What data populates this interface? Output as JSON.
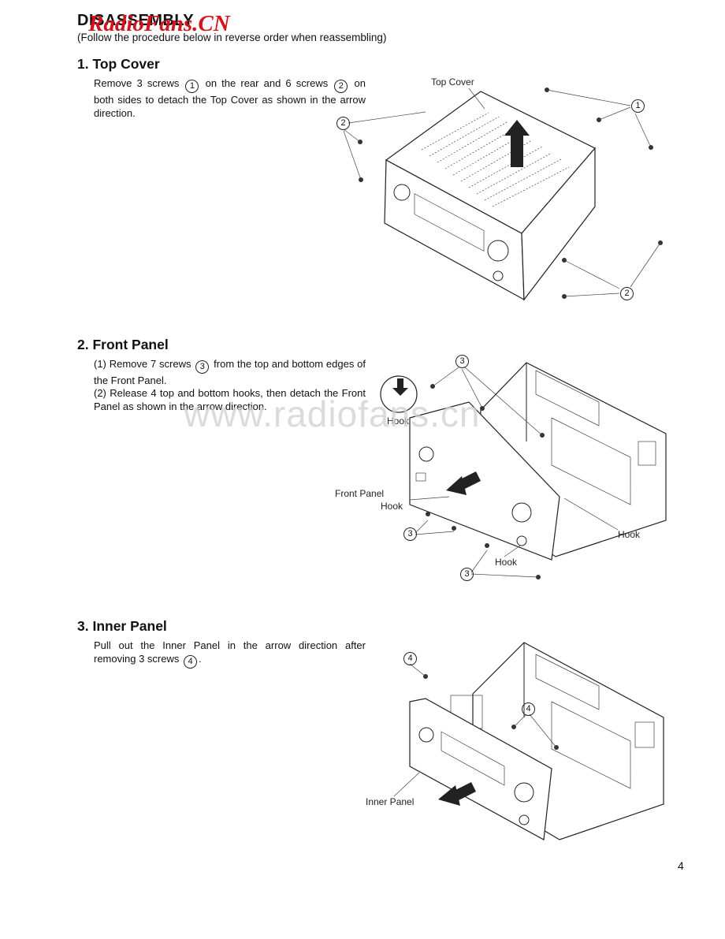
{
  "header": {
    "title": "DISASSEMBLY",
    "watermark_logo": "RadioFans.CN",
    "subtitle": "(Follow the procedure below in reverse order when reassembling)"
  },
  "sections": [
    {
      "heading": "1. Top Cover",
      "text_parts": [
        "Remove 3 screws",
        "1",
        "on the rear and 6 screws",
        "2",
        "on both sides to detach the Top Cover as shown in the arrow direction."
      ],
      "callouts": {
        "top_cover": "Top Cover",
        "screw1": "1",
        "screw2a": "2",
        "screw2b": "2"
      }
    },
    {
      "heading": "2. Front Panel",
      "step1_parts": [
        "(1)",
        "Remove 7 screws",
        "3",
        "from the top and bottom edges of the Front Panel."
      ],
      "step2_parts": [
        "(2)",
        "Release 4 top and bottom hooks, then detach the Front Panel as shown in the arrow direction."
      ],
      "callouts": {
        "hook_a": "Hook",
        "front_panel": "Front Panel",
        "hook_b": "Hook",
        "hook_c": "Hook",
        "hook_d": "Hook",
        "screw3a": "3",
        "screw3b": "3",
        "screw3c": "3"
      }
    },
    {
      "heading": "3. Inner Panel",
      "text_parts": [
        "Pull out the Inner Panel in the arrow direction after removing 3 screws",
        "4",
        "."
      ],
      "callouts": {
        "inner_panel": "Inner Panel",
        "screw4a": "4",
        "screw4b": "4"
      }
    }
  ],
  "watermark": "www.radiofans.cn",
  "page_number": "4"
}
